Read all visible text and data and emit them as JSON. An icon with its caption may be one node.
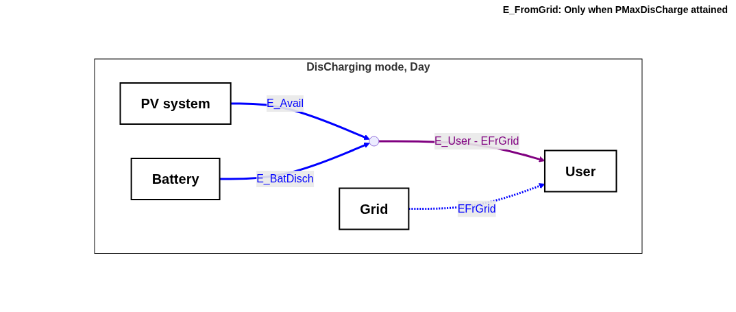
{
  "diagram": {
    "nodes": [
      {
        "text": [
          "DisCharging mode, Day"
        ]
      },
      {
        "text": [
          "PV system"
        ],
        "in": 0
      },
      {
        "text": [
          "Grid"
        ],
        "in": 0
      },
      {
        "text": [
          "User"
        ],
        "in": 0
      },
      {
        "text": [
          "Battery"
        ],
        "in": 0
      },
      {
        "text": [],
        "shape": "circle",
        "in": 0
      }
    ],
    "edges": [
      {
        "from": 1,
        "to": 5,
        "arrow": "to",
        "label": "E_Avail"
      },
      {
        "from": 4,
        "to": 5,
        "arrow": "to",
        "label": "E_BatDisch"
      },
      {
        "from": 5,
        "to": 3,
        "arrow": "to",
        "label": "E_User - EFrGrid",
        "color": "#800080"
      },
      {
        "from": 2,
        "to": 3,
        "arrow": "to",
        "label": "EFrGrid",
        "style": "dashed"
      }
    ],
    "labels": [
      "E_FromGrid: Only when PMaxDisCharge attained"
    ]
  }
}
